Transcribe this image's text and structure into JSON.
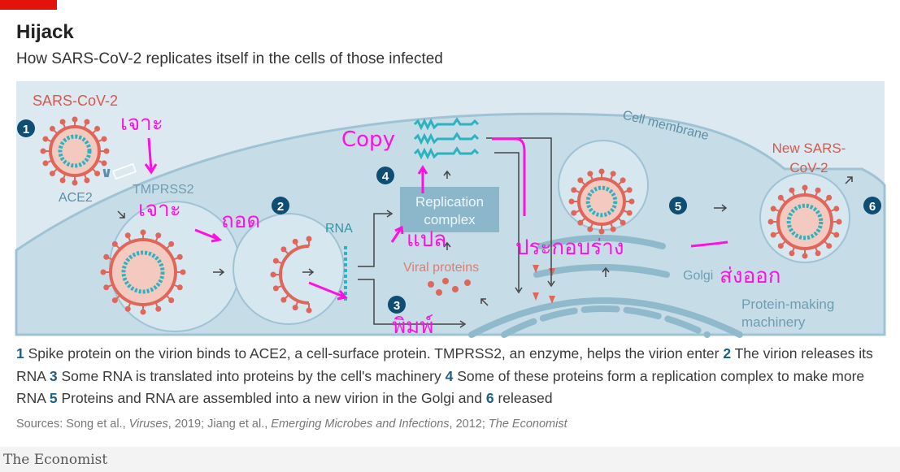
{
  "header": {
    "title": "Hijack",
    "subtitle": "How SARS-CoV-2 replicates itself in the cells of those infected"
  },
  "diagram": {
    "labels": {
      "virus": "SARS-CoV-2",
      "ace2": "ACE2",
      "tmprss2": "TMPRSS2",
      "rna": "RNA",
      "replication_complex_1": "Replication",
      "replication_complex_2": "complex",
      "viral_proteins": "Viral proteins",
      "cell_membrane": "Cell membrane",
      "new_virus_1": "New SARS-",
      "new_virus_2": "CoV-2",
      "golgi": "Golgi",
      "protein_machinery_1": "Protein-making",
      "protein_machinery_2": "machinery"
    },
    "steps": [
      "1",
      "2",
      "3",
      "4",
      "5",
      "6"
    ],
    "annotations": {
      "pierce_1": "เจาะ",
      "pierce_2": "เจาะ",
      "uncoat": "ถอด",
      "copy": "Copy",
      "translate": "แปล",
      "print": "พิมพ์",
      "assemble": "ประกอบร่าง",
      "export": "ส่งออก"
    },
    "colors": {
      "background": "#dce9f1",
      "cell": "#c6dde8",
      "virus": "#e0665a",
      "rna": "#2bb3c0",
      "step_badge": "#0f4d73",
      "annotation": "#ff10e0"
    }
  },
  "caption": {
    "n1": "1",
    "t1": " Spike protein on the virion binds to ACE2, a cell-surface protein. TMPRSS2, an enzyme, helps the virion enter ",
    "n2": "2",
    "t2": " The virion releases its RNA ",
    "n3": "3",
    "t3": " Some RNA is translated into proteins by the cell's machinery ",
    "n4": "4",
    "t4": " Some of these proteins form a replication complex to make more RNA ",
    "n5": "5",
    "t5": " Proteins and RNA are assembled into a new virion in the Golgi and ",
    "n6": "6",
    "t6": " released"
  },
  "sources": {
    "prefix": "Sources: Song et al., ",
    "j1": "Viruses",
    "mid1": ", 2019; Jiang et al., ",
    "j2": "Emerging Microbes and Infections",
    "mid2": ", 2012; ",
    "j3": "The Economist"
  },
  "footer": {
    "brand": "The Economist"
  }
}
